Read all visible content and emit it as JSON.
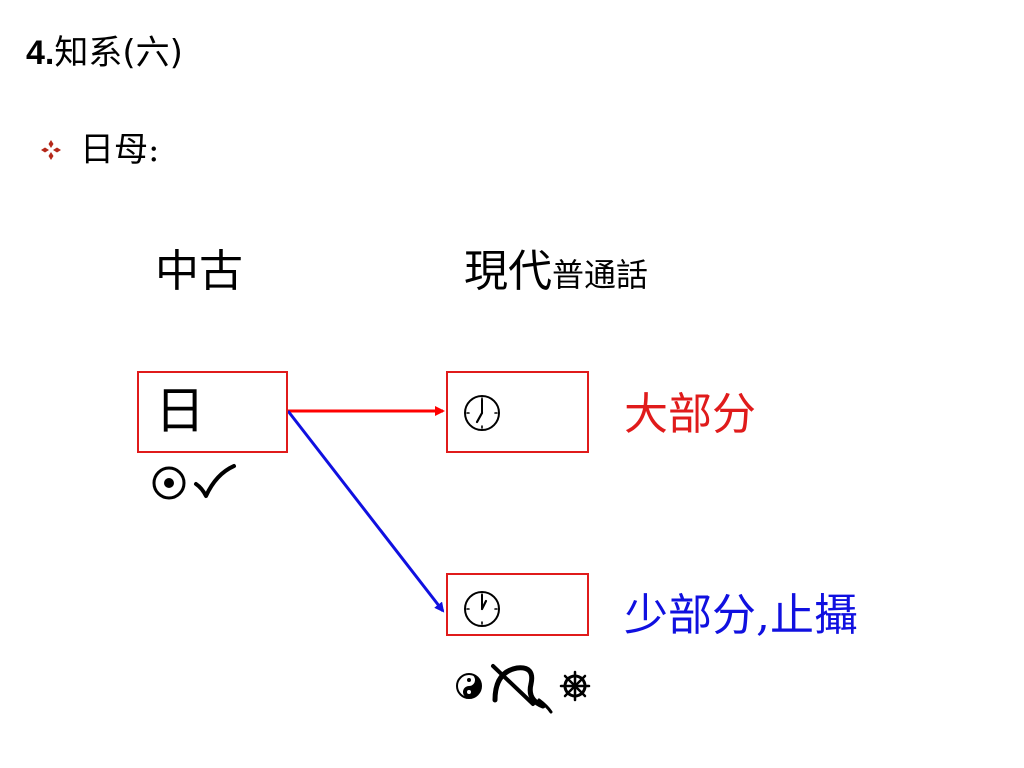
{
  "title": {
    "number": "4.",
    "text": "知系(六)"
  },
  "bullet": {
    "text": "日母:"
  },
  "columns": {
    "middle_chinese": "中古",
    "modern_main": "現代",
    "modern_sub": "普通話"
  },
  "boxes": {
    "middle": {
      "char": "日"
    },
    "modern_top": {
      "icon": "clock-seven-icon"
    },
    "modern_bottom": {
      "icon": "clock-twelve-icon"
    }
  },
  "notes": {
    "majority": "大部分",
    "minority": "少部分,止攝"
  },
  "colors": {
    "box_border": "#e01b1b",
    "majority_arrow": "#ff0000",
    "minority_arrow": "#1010e0",
    "majority_text": "#e01b1b",
    "minority_text": "#1010e0",
    "bullet_mark": "#b5281a"
  },
  "glyphs": {
    "middle_symbols": [
      "circled-dot-icon",
      "check-mark-icon"
    ],
    "minor_symbols": [
      "yin-yang-icon",
      "snake-cross-icon",
      "dharma-wheel-icon"
    ]
  }
}
